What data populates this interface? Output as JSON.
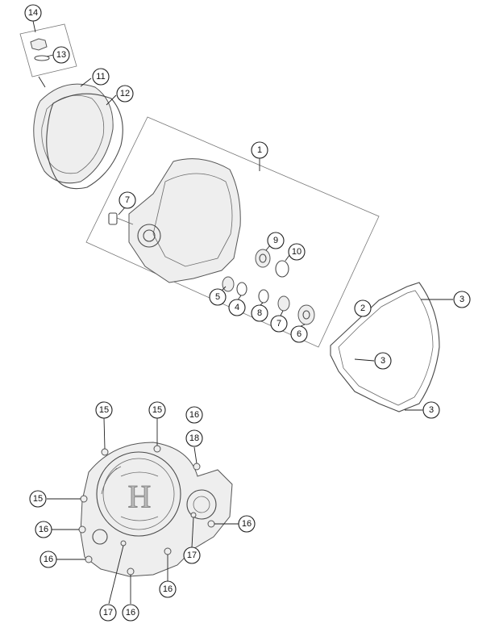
{
  "diagram": {
    "callouts": {
      "c14": "14",
      "c13": "13",
      "c11": "11",
      "c12": "12",
      "c1": "1",
      "c7a": "7",
      "c9": "9",
      "c10": "10",
      "c5": "5",
      "c4": "4",
      "c8": "8",
      "c7b": "7",
      "c6": "6",
      "c2": "2",
      "c3a": "3",
      "c3b": "3",
      "c3c": "3",
      "c15a": "15",
      "c15b": "15",
      "c16a": "16",
      "c18": "18",
      "c15c": "15",
      "c16b": "16",
      "c16c": "16",
      "c17a": "17",
      "c16d": "16",
      "c16e": "16",
      "c16f": "16",
      "c17b": "17"
    },
    "logo_text": "H",
    "colors": {
      "line": "#4a4a4a",
      "fill": "#eeeeee",
      "callout": "#222222"
    }
  }
}
